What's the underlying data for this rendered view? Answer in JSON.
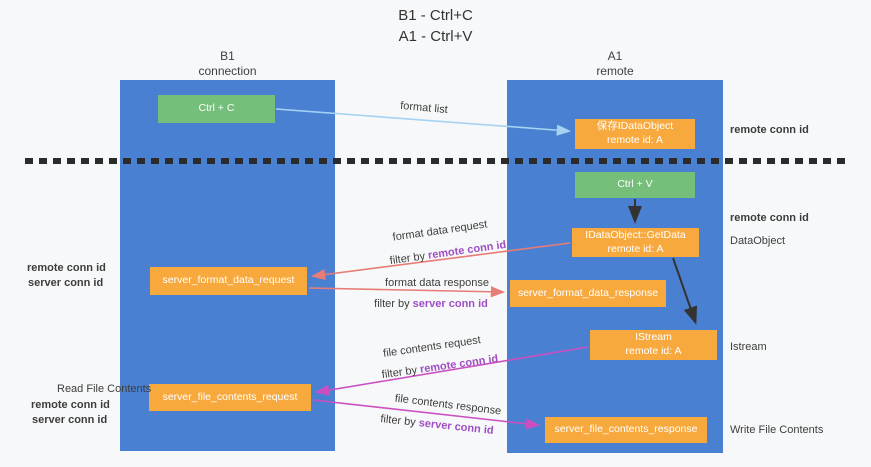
{
  "title": {
    "line1": "B1 - Ctrl+C",
    "line2": "A1 - Ctrl+V"
  },
  "columns": {
    "left": {
      "name": "B1",
      "role": "connection"
    },
    "right": {
      "name": "A1",
      "role": "remote"
    }
  },
  "nodes": {
    "ctrl_c": {
      "label": "Ctrl + C"
    },
    "save_idataobject": {
      "line1": "保存IDataObject",
      "line2": "remote id: A"
    },
    "ctrl_v": {
      "label": "Ctrl + V"
    },
    "idataobject_getdata": {
      "line1": "IDataObject::GetData",
      "line2": "remote id: A"
    },
    "server_format_data_request": {
      "label": "server_format_data_request"
    },
    "server_format_data_response": {
      "label": "server_format_data_response"
    },
    "istream": {
      "line1": "IStream",
      "line2": "remote id: A"
    },
    "server_file_contents_request": {
      "label": "server_file_contents_request"
    },
    "server_file_contents_response": {
      "label": "server_file_contents_response"
    }
  },
  "annotations": {
    "format_list": "format list",
    "format_data_request": "format data request",
    "filter_format_request": {
      "prefix": "filter by ",
      "target": "remote conn id"
    },
    "format_data_response": "format data response",
    "filter_format_response": {
      "prefix": "filter by ",
      "target": "server conn id"
    },
    "file_contents_request": "file contents request",
    "filter_file_request": {
      "prefix": "filter by ",
      "target": "remote conn id"
    },
    "file_contents_response": "file contents response",
    "filter_file_response": {
      "prefix": "filter by ",
      "target": "server conn id"
    }
  },
  "side_labels": {
    "right_remote_conn_top": "remote conn id",
    "right_remote_conn_mid": "remote conn id",
    "right_dataobject": "DataObject",
    "right_istream": "Istream",
    "right_write_file": "Write File Contents",
    "left_remote_conn_top": "remote conn id",
    "left_server_conn_top": "server conn id",
    "left_read_file": "Read File Contents",
    "left_remote_conn_bottom": "remote conn id",
    "left_server_conn_bottom": "server conn id"
  },
  "colors": {
    "lifeline_blue": "#4a80d2",
    "node_green": "#75bf7b",
    "node_orange": "#f8a93e",
    "remote_conn_purple": "#a04ec4",
    "server_conn_green": "#56b45e",
    "arrow_light_blue": "#a6d3f2",
    "arrow_red": "#e87c76",
    "arrow_magenta": "#cb4fc1",
    "arrow_black": "#333333",
    "separator_black": "#2b2b2b"
  }
}
